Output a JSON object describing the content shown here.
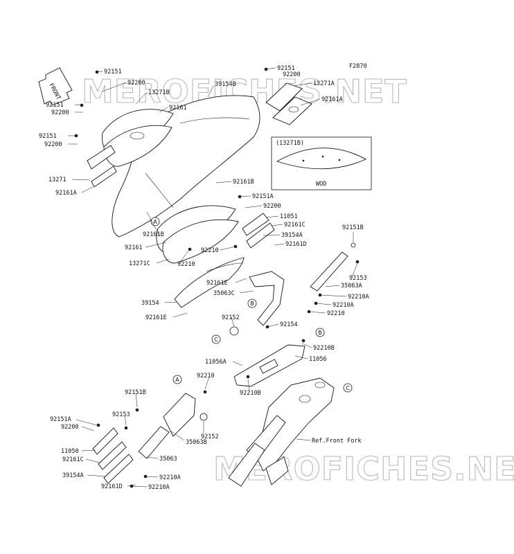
{
  "figure_code": "F2870",
  "front_label": "FRONT",
  "watermark": "MEROFICHES.NET",
  "inset": {
    "title": "(13271B)",
    "caption": "WOD"
  },
  "callouts": [
    "A",
    "B",
    "C"
  ],
  "ref_label": "Ref.Front Fork",
  "labels": {
    "l92151_a": "92151",
    "l92200_a": "92200",
    "l13271B": "13271B",
    "l92151_b": "92151",
    "l92200_b": "92200",
    "l92151_c": "92151",
    "l92200_c": "92200",
    "l13271": "13271",
    "l92161A_a": "92161A",
    "l39154B": "39154B",
    "l92161": "92161",
    "l92151_d": "92151",
    "l92200_d": "92200",
    "l13271A": "13271A",
    "l92161A_b": "92161A",
    "l92161B_a": "92161B",
    "l92151A_a": "92151A",
    "l92200_e": "92200",
    "l11051": "11051",
    "l92161C_a": "92161C",
    "l39154A_a": "39154A",
    "l92161D_a": "92161D",
    "l92161B_b": "92161B",
    "l92161_b": "92161",
    "l13271C": "13271C",
    "l92210_a": "92210",
    "l92210_b": "92210",
    "l92151B_a": "92151B",
    "l92153_a": "92153",
    "l35063A": "35063A",
    "l92210A_a": "92210A",
    "l92210A_b": "92210A",
    "l92210_c": "92210",
    "l92161E_a": "92161E",
    "l35063C": "35063C",
    "l39154": "39154",
    "l92161E_b": "92161E",
    "l92152_a": "92152",
    "l92154": "92154",
    "l92210B_a": "92210B",
    "l11056A": "11056A",
    "l11056": "11056",
    "l92210_d": "92210",
    "l92210B_b": "92210B",
    "l92151B_b": "92151B",
    "l92151A_b": "92151A",
    "l92153_b": "92153",
    "l92200_f": "92200",
    "l11050": "11050",
    "l92161C_b": "92161C",
    "l39154A_b": "39154A",
    "l92161D_b": "92161D",
    "l92152_b": "92152",
    "l35063B": "35063B",
    "l35063": "35063",
    "l92210A_c": "92210A",
    "l92210A_d": "92210A"
  }
}
